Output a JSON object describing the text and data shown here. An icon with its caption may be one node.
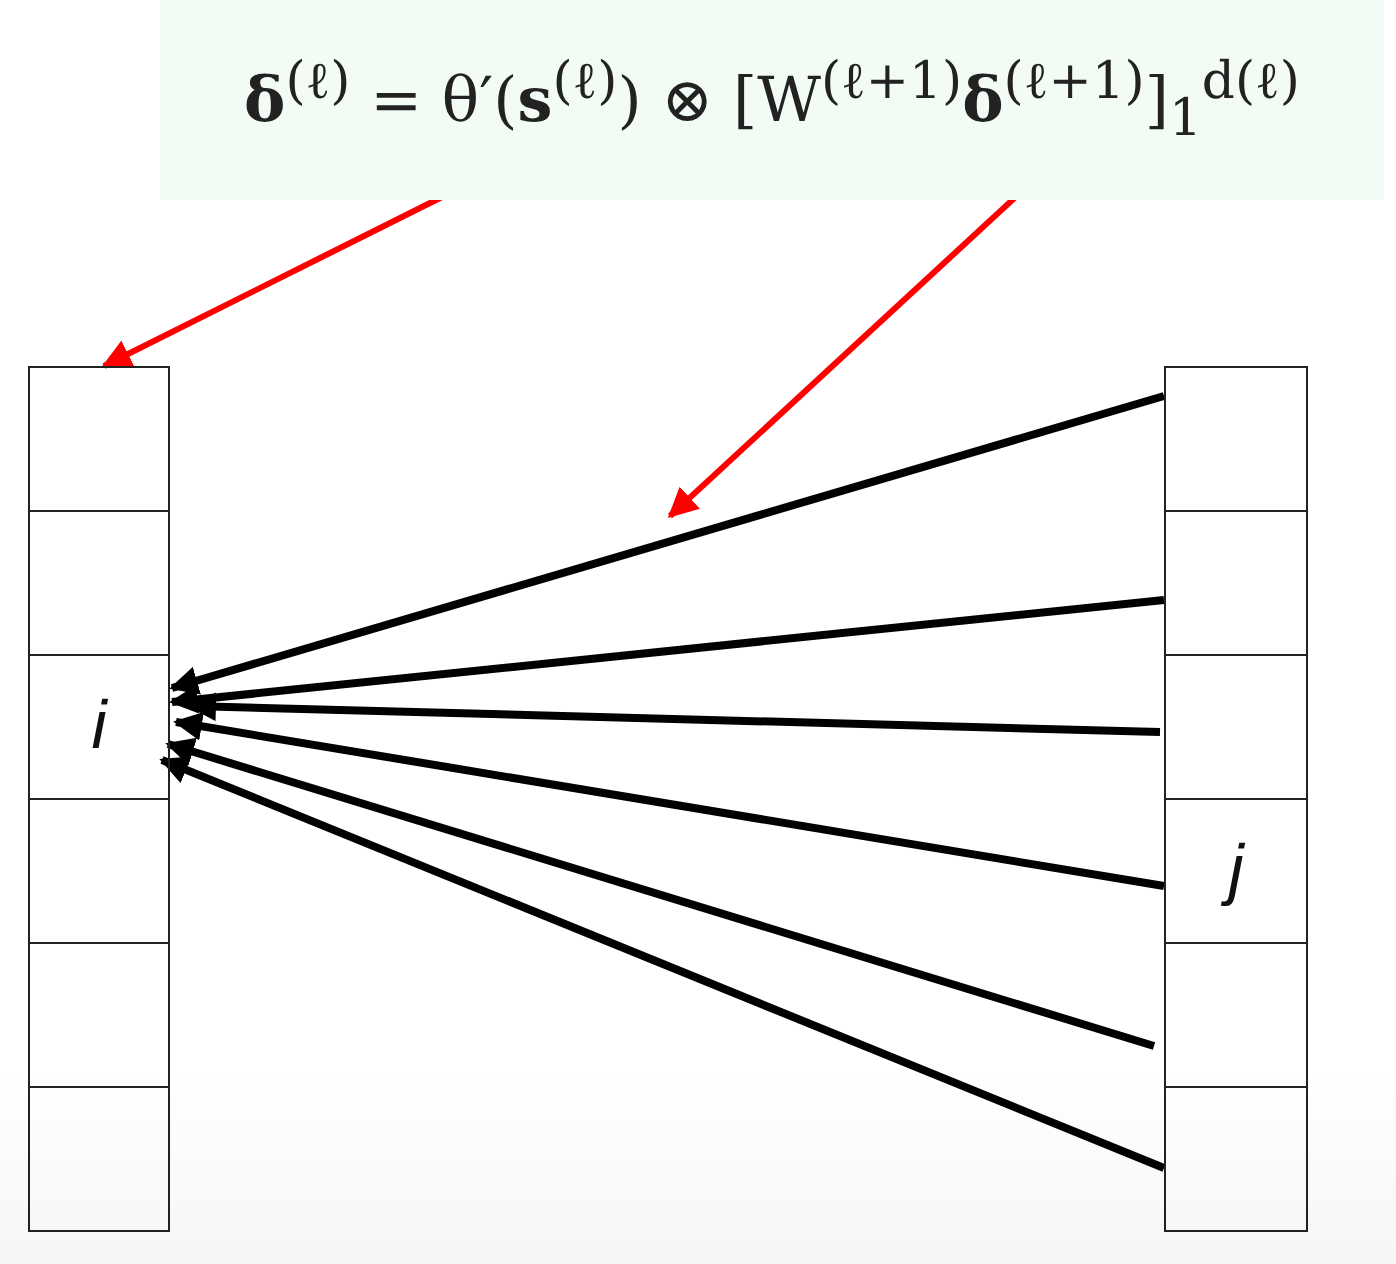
{
  "diagram": {
    "nodes": [
      {
        "text": [
          "**δ**$^{(ℓ)}$ = θ′(**s**$^{(ℓ)}$) ⊗ [W$^{(ℓ+1)}$**δ**$^{(ℓ+1)}$]$_{1}$$^{d(ℓ)}$"
        ]
      },
      {
        "text": [],
        "shape": "box"
      },
      {
        "text": [],
        "shape": "box"
      },
      {
        "text": [
          "i"
        ]
      },
      {
        "text": [],
        "shape": "box"
      },
      {
        "text": [],
        "shape": "box"
      },
      {
        "text": [],
        "shape": "box"
      },
      {
        "text": [],
        "shape": "box"
      },
      {
        "text": [],
        "shape": "box"
      },
      {
        "text": [],
        "shape": "box"
      },
      {
        "text": [
          "j"
        ]
      },
      {
        "text": [],
        "shape": "box"
      },
      {
        "text": [],
        "shape": "box"
      }
    ],
    "edges": [
      {
        "from": 0,
        "to": 1,
        "arrow": "to",
        "color": "#ff0000"
      },
      {
        "from": 0,
        "to": null,
        "arrow": "to",
        "color": "#ff0000"
      },
      {
        "from": 7,
        "to": 3,
        "arrow": "to"
      },
      {
        "from": 8,
        "to": 3,
        "arrow": "to"
      },
      {
        "from": 9,
        "to": 3,
        "arrow": "to"
      },
      {
        "from": 10,
        "to": 3,
        "arrow": "to"
      },
      {
        "from": 11,
        "to": 3,
        "arrow": "to"
      },
      {
        "from": 12,
        "to": 3,
        "arrow": "to"
      }
    ]
  }
}
